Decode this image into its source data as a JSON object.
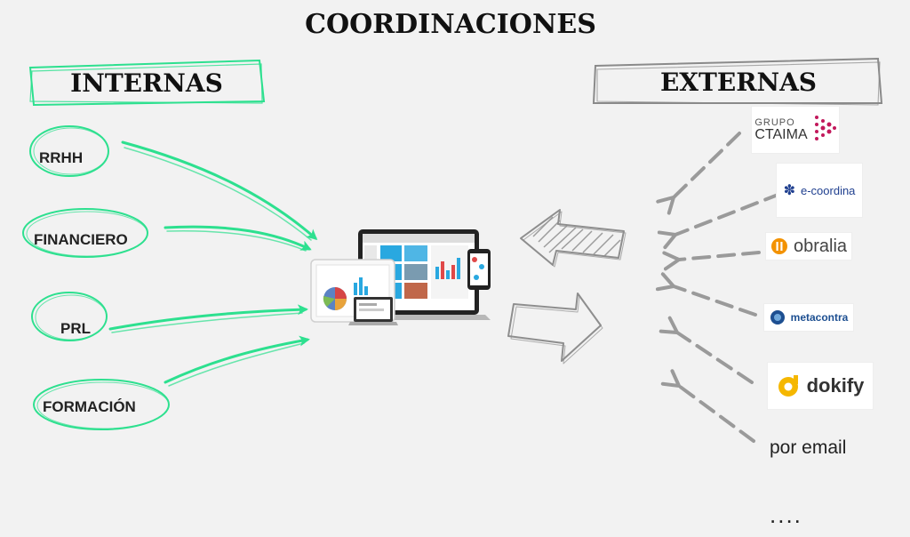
{
  "title": "COORDINACIONES",
  "internas": {
    "label": "INTERNAS",
    "items": [
      {
        "label": "RRHH"
      },
      {
        "label": "FINANCIERO"
      },
      {
        "label": "PRL"
      },
      {
        "label": "FORMACIÓN"
      }
    ]
  },
  "externas": {
    "label": "EXTERNAS",
    "logos": [
      {
        "name": "ctaima",
        "line1": "GRUPO",
        "line2": "CTAIMA",
        "color": "#c2185b"
      },
      {
        "name": "e-coordina",
        "text": "e-coordina",
        "color": "#1f3f8f"
      },
      {
        "name": "obralia",
        "text": "obralia",
        "color": "#f39200"
      },
      {
        "name": "metacontratas",
        "text": "metacontra",
        "color": "#1d4f91"
      },
      {
        "name": "dokify",
        "text": "dokify",
        "color": "#f5b700"
      }
    ],
    "email": "por email",
    "more": "...."
  },
  "colors": {
    "green": "#2de08f",
    "gray_arrow": "#9a9a9a",
    "outline": "#888888"
  },
  "icons": [
    "device-mockup-icon",
    "exchange-arrows-icon"
  ]
}
